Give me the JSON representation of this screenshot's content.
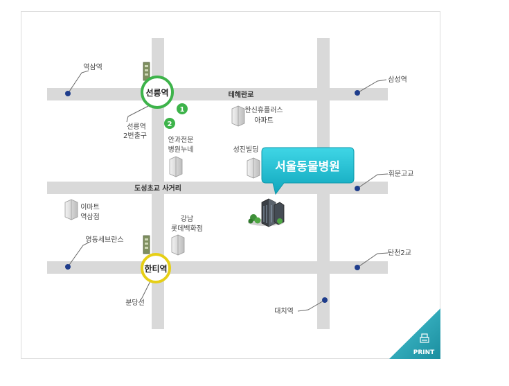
{
  "roads": {
    "top": "테헤란로",
    "middle": "도성초교 사거리"
  },
  "stations": {
    "seolleung": {
      "name": "선릉역",
      "exit": [
        "선릉역",
        "2번출구"
      ]
    },
    "hanti": {
      "name": "한티역"
    }
  },
  "places": {
    "yeoksam_station": "역삼역",
    "samseong_station": "삼성역",
    "hwimun_bridge": "휘문고교",
    "tancheon_bridge": "탄천2교",
    "daechi_station": "대치역",
    "yeongdong_severance": "영동세브란스",
    "bundang_line": "분당선",
    "hansin_apt": [
      "한신휴플러스",
      "아파트"
    ],
    "sungjin_building": "성진빌딩",
    "anguajeonmun": [
      "안과전문",
      "병원누네"
    ],
    "emart": [
      "이마트",
      "역삼점"
    ],
    "lotte_dept": [
      "강남",
      "롯데백화점"
    ]
  },
  "markers": {
    "one": "1",
    "two": "2"
  },
  "destination": {
    "name": "서울동물병원"
  },
  "print_button": {
    "label": "PRINT"
  },
  "colors": {
    "road": "#d9d9d9",
    "road_label_bg": "#d9d9d9",
    "station_green": "#3db34a",
    "station_yellow": "#e6cf16",
    "dot_blue": "#1f3d8c",
    "callout_teal": "#19b9cc",
    "print_teal": "#2aa7b8"
  }
}
